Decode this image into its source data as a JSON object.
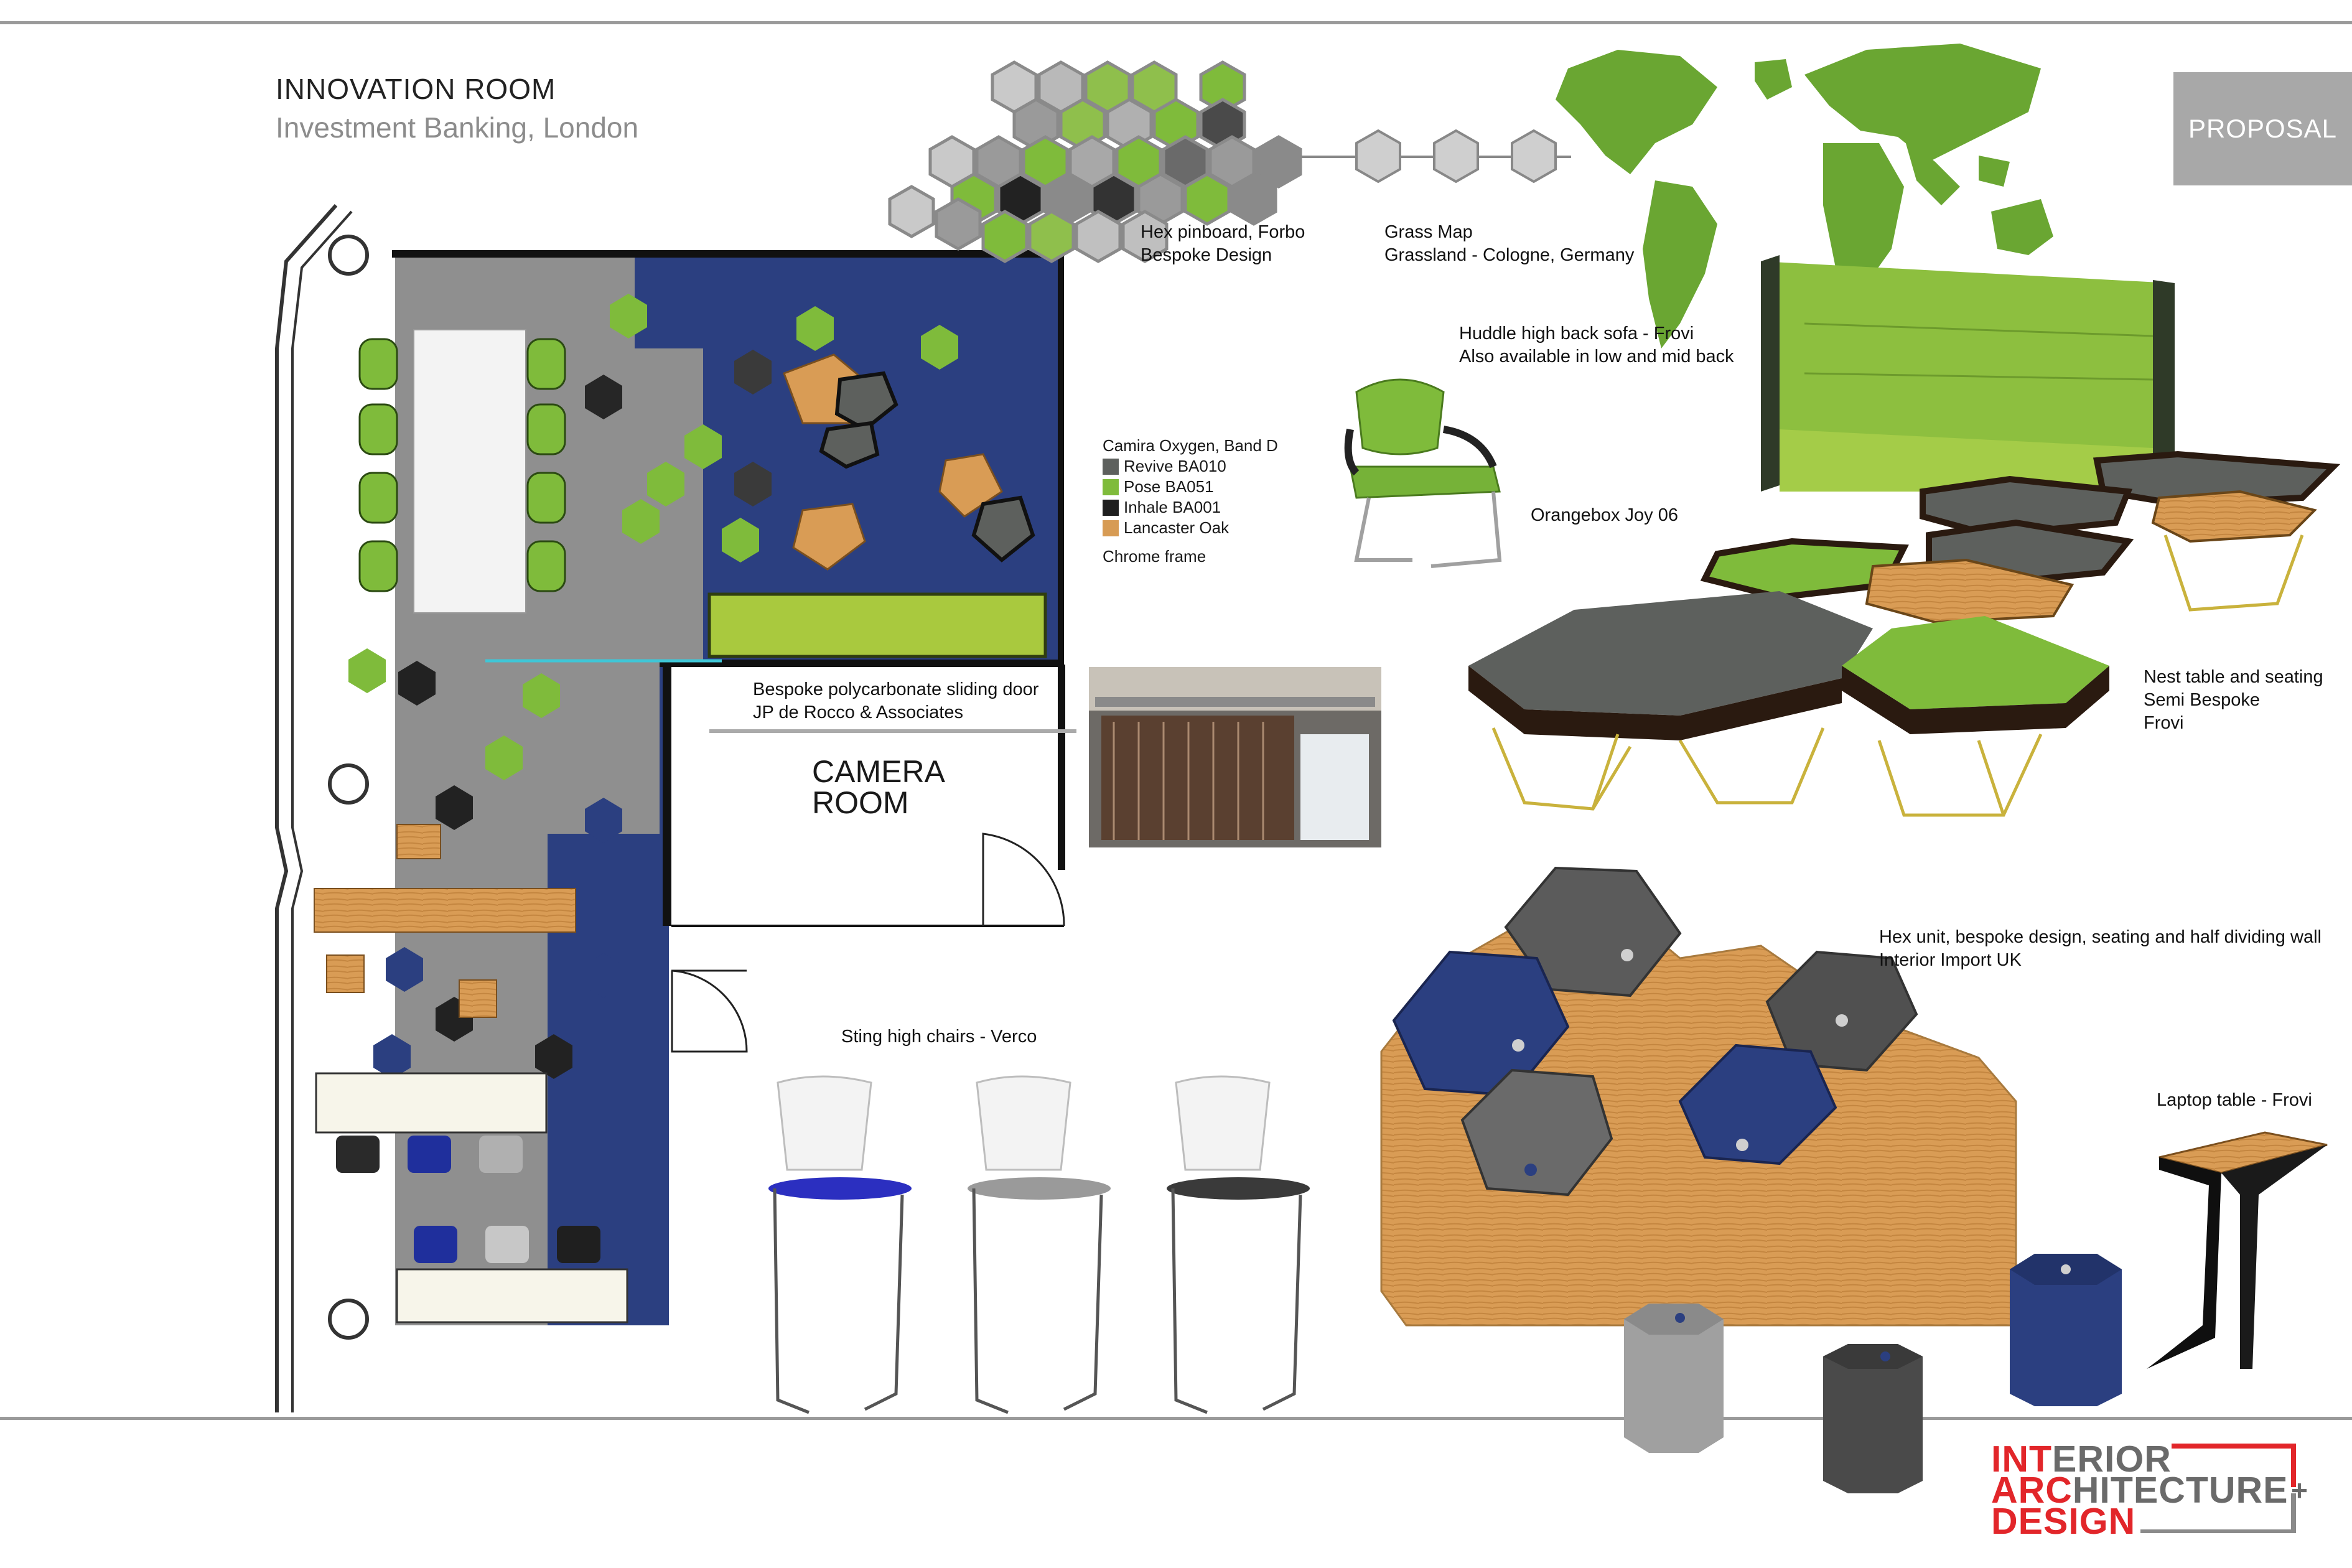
{
  "header": {
    "title": "INNOVATION ROOM",
    "subtitle": "Investment Banking, London",
    "badge": "PROPOSAL"
  },
  "plan": {
    "camera_room_line1": "CAMERA",
    "camera_room_line2": "ROOM"
  },
  "captions": {
    "hex_pinboard": [
      "Hex pinboard, Forbo",
      "Bespoke Design"
    ],
    "grass_map": [
      "Grass Map",
      "Grassland - Cologne, Germany"
    ],
    "huddle_sofa": [
      "Huddle high back sofa - Frovi",
      "Also available in low and mid back"
    ],
    "orangebox": "Orangebox Joy 06",
    "sliding_door": [
      "Bespoke polycarbonate sliding door",
      "JP de Rocco & Associates"
    ],
    "nest_table": [
      "Nest table and seating",
      "Semi Bespoke",
      "Frovi"
    ],
    "hex_unit": [
      "Hex unit, bespoke design, seating and half dividing wall",
      "Interior Import UK"
    ],
    "sting_chairs": "Sting high chairs - Verco",
    "laptop_table": "Laptop table - Frovi"
  },
  "legend": {
    "title": "Camira Oxygen, Band D",
    "items": [
      {
        "label": "Revive BA010",
        "color": "#5d605d"
      },
      {
        "label": "Pose BA051",
        "color": "#7fbb3b"
      },
      {
        "label": "Inhale BA001",
        "color": "#1f1f1f"
      },
      {
        "label": "Lancaster Oak",
        "color": "#d79b54"
      }
    ],
    "frame_note": "Chrome frame"
  },
  "logo": {
    "line1_red": "INT",
    "line1_gray": "ERIOR",
    "line2_red": "ARC",
    "line2_gray": "HITECTURE",
    "line3_red": "DESIGN"
  },
  "colors": {
    "grass_green": "#7fbb3b",
    "navy_carpet": "#2b3f80",
    "felt_dark": "#2a2a2a",
    "felt_grey": "#8a8a8a",
    "oak": "#d79b54",
    "accent_red": "#e2262a"
  }
}
